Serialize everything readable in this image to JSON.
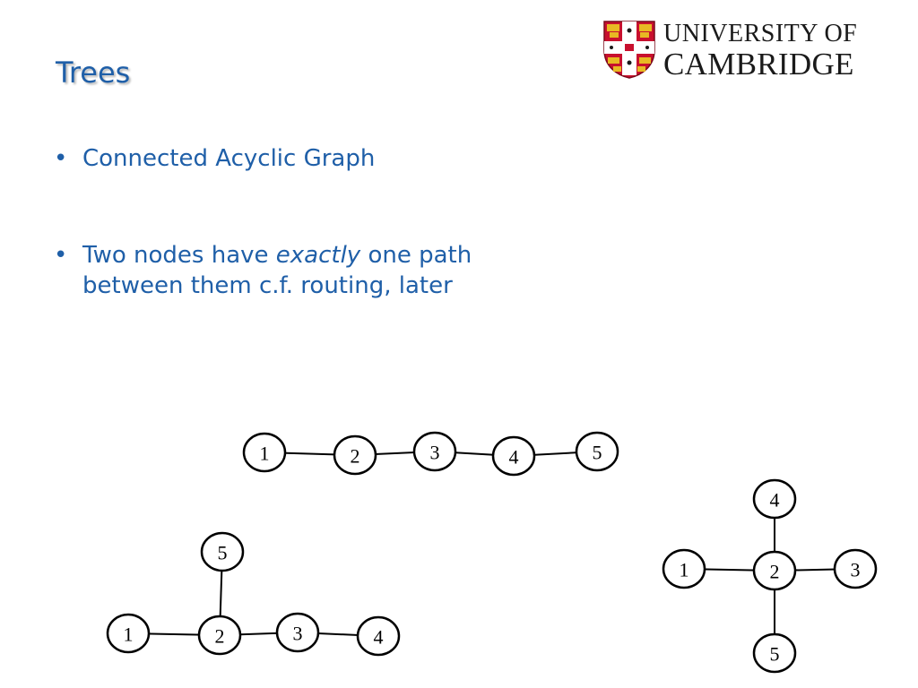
{
  "slide": {
    "title": "Trees",
    "logo": {
      "line1": "UNIVERSITY OF",
      "line2": "CAMBRIDGE"
    },
    "bullets": [
      {
        "before": "Connected Acyclic Graph",
        "emph": "",
        "after": ""
      },
      {
        "before": "Two nodes have ",
        "emph": "exactly",
        "after": " one path between them c.f. routing, later"
      }
    ]
  },
  "trees": [
    {
      "nodes": [
        "1",
        "2",
        "3",
        "4",
        "5"
      ],
      "edges": [
        [
          "1",
          "2"
        ],
        [
          "2",
          "3"
        ],
        [
          "3",
          "4"
        ],
        [
          "4",
          "5"
        ]
      ]
    },
    {
      "nodes": [
        "5",
        "1",
        "2",
        "3",
        "4"
      ],
      "edges": [
        [
          "1",
          "2"
        ],
        [
          "2",
          "3"
        ],
        [
          "3",
          "4"
        ],
        [
          "2",
          "5"
        ]
      ]
    },
    {
      "nodes": [
        "4",
        "1",
        "2",
        "3",
        "5"
      ],
      "edges": [
        [
          "1",
          "2"
        ],
        [
          "2",
          "3"
        ],
        [
          "4",
          "2"
        ],
        [
          "2",
          "5"
        ]
      ]
    }
  ]
}
